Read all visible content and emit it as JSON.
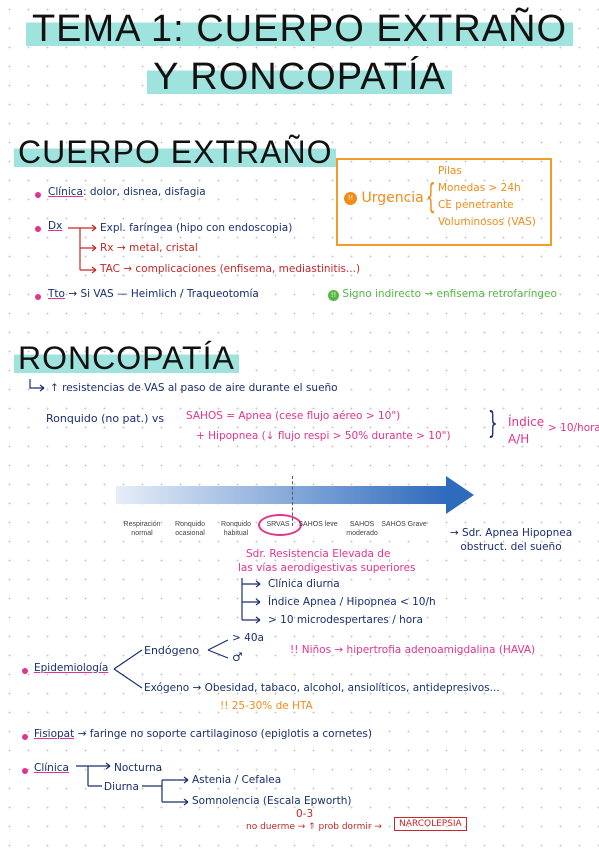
{
  "title": {
    "line1": "TEMA 1: CUERPO EXTRAÑO",
    "line2": "Y RONCOPATÍA"
  },
  "cuerpo_extrano": {
    "heading": "CUERPO EXTRAÑO",
    "clinica": {
      "label": "Clínica",
      "text": ": dolor, disnea, disfagia"
    },
    "dx": {
      "label": "Dx",
      "items": [
        "Expl. faríngea (hipo con endoscopia)",
        "Rx → metal, cristal",
        "TAC → complicaciones (enfisema, mediastinitis...)"
      ]
    },
    "tto": {
      "label": "Tto",
      "text": "→ Si VAS — Heimlich / Traqueotomía"
    },
    "signo": {
      "marker": "!!",
      "text": "Signo indirecto → enfisema retrofaríngeo"
    },
    "urgencia": {
      "marker": "!!",
      "label": "Urgencia",
      "items": [
        "Pilas",
        "Monedas > 24h",
        "CE penetrante",
        "Voluminosos (VAS)"
      ]
    }
  },
  "roncopatia": {
    "heading": "RONCOPATÍA",
    "def": "↑ resistencias de VAS al paso de aire durante el sueño",
    "ronquido": "Ronquido (no pat.) vs",
    "sahos_lines": [
      "SAHOS = Apnea (cese flujo aéreo > 10\")",
      "+ Hipopnea (↓ flujo respi > 50% durante > 10\")"
    ],
    "indice": "Índice A/H",
    "indice_val": "> 10/hora",
    "scale": [
      "Respiración normal",
      "Ronquido ocasional",
      "Ronquido habitual",
      "SRVAS",
      "SAHOS leve",
      "SAHOS moderado",
      "SAHOS Grave"
    ],
    "sdr_apnea": "→ Sdr. Apnea Hipopnea obstruct. del sueño",
    "srvas": {
      "title_lines": [
        "Sdr. Resistencia Elevada de",
        "las vías aerodigestivas superiores"
      ],
      "items": [
        "Clínica diurna",
        "Índice Apnea / Hipopnea < 10/h",
        "> 10 microdespertares / hora"
      ]
    },
    "epidemiologia": {
      "label": "Epidemiología",
      "endogeno": "Endógeno",
      "endogeno_items": [
        "> 40a",
        "♂"
      ],
      "ninos": "!! Niños → hipertrofia adenoamigdalina (HAVA)",
      "exogeno": "Exógeno → Obesidad, tabaco, alcohol, ansiolíticos, antidepresivos...",
      "hta": "!! 25-30% de HTA"
    },
    "fisiopat": {
      "label": "Fisiopat",
      "text": "→ faringe no soporte cartilaginoso (epiglotis a cornetes)"
    },
    "clinica": {
      "label": "Clínica",
      "nocturna": "Nocturna",
      "diurna": "Diurna",
      "diurna_items": [
        "Astenia / Cefalea",
        "Somnolencia (Escala Epworth)"
      ],
      "escala": "0-3",
      "nota": "no duerme → ↑ prob dormir →",
      "narcolepsia": "NARCOLEPSIA"
    }
  },
  "colors": {
    "accent_teal": "#9fe3df",
    "ink_navy": "#1b2f6e",
    "red": "#c62828",
    "pink": "#e2338f",
    "orange": "#f08c1a",
    "green": "#55b845",
    "arrow_blue": "#3a78c2"
  }
}
